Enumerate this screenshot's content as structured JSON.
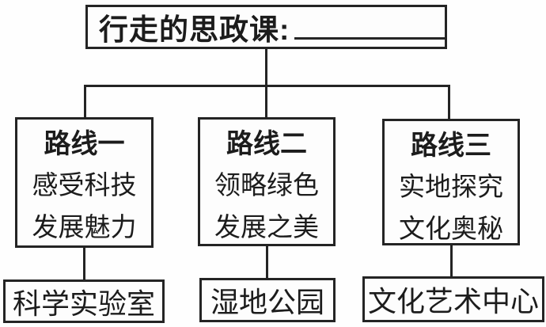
{
  "root": {
    "label": "行走的思政课:"
  },
  "routes": [
    {
      "title": "路线一",
      "line1": "感受科技",
      "line2": "发展魅力",
      "destination": "科学实验室"
    },
    {
      "title": "路线二",
      "line1": "领略绿色",
      "line2": "发展之美",
      "destination": "湿地公园"
    },
    {
      "title": "路线三",
      "line1": "实地探究",
      "line2": "文化奥秘",
      "destination": "文化艺术中心"
    }
  ],
  "colors": {
    "line": "#242424",
    "text": "#1c1c1c",
    "background": "#fefefe"
  }
}
